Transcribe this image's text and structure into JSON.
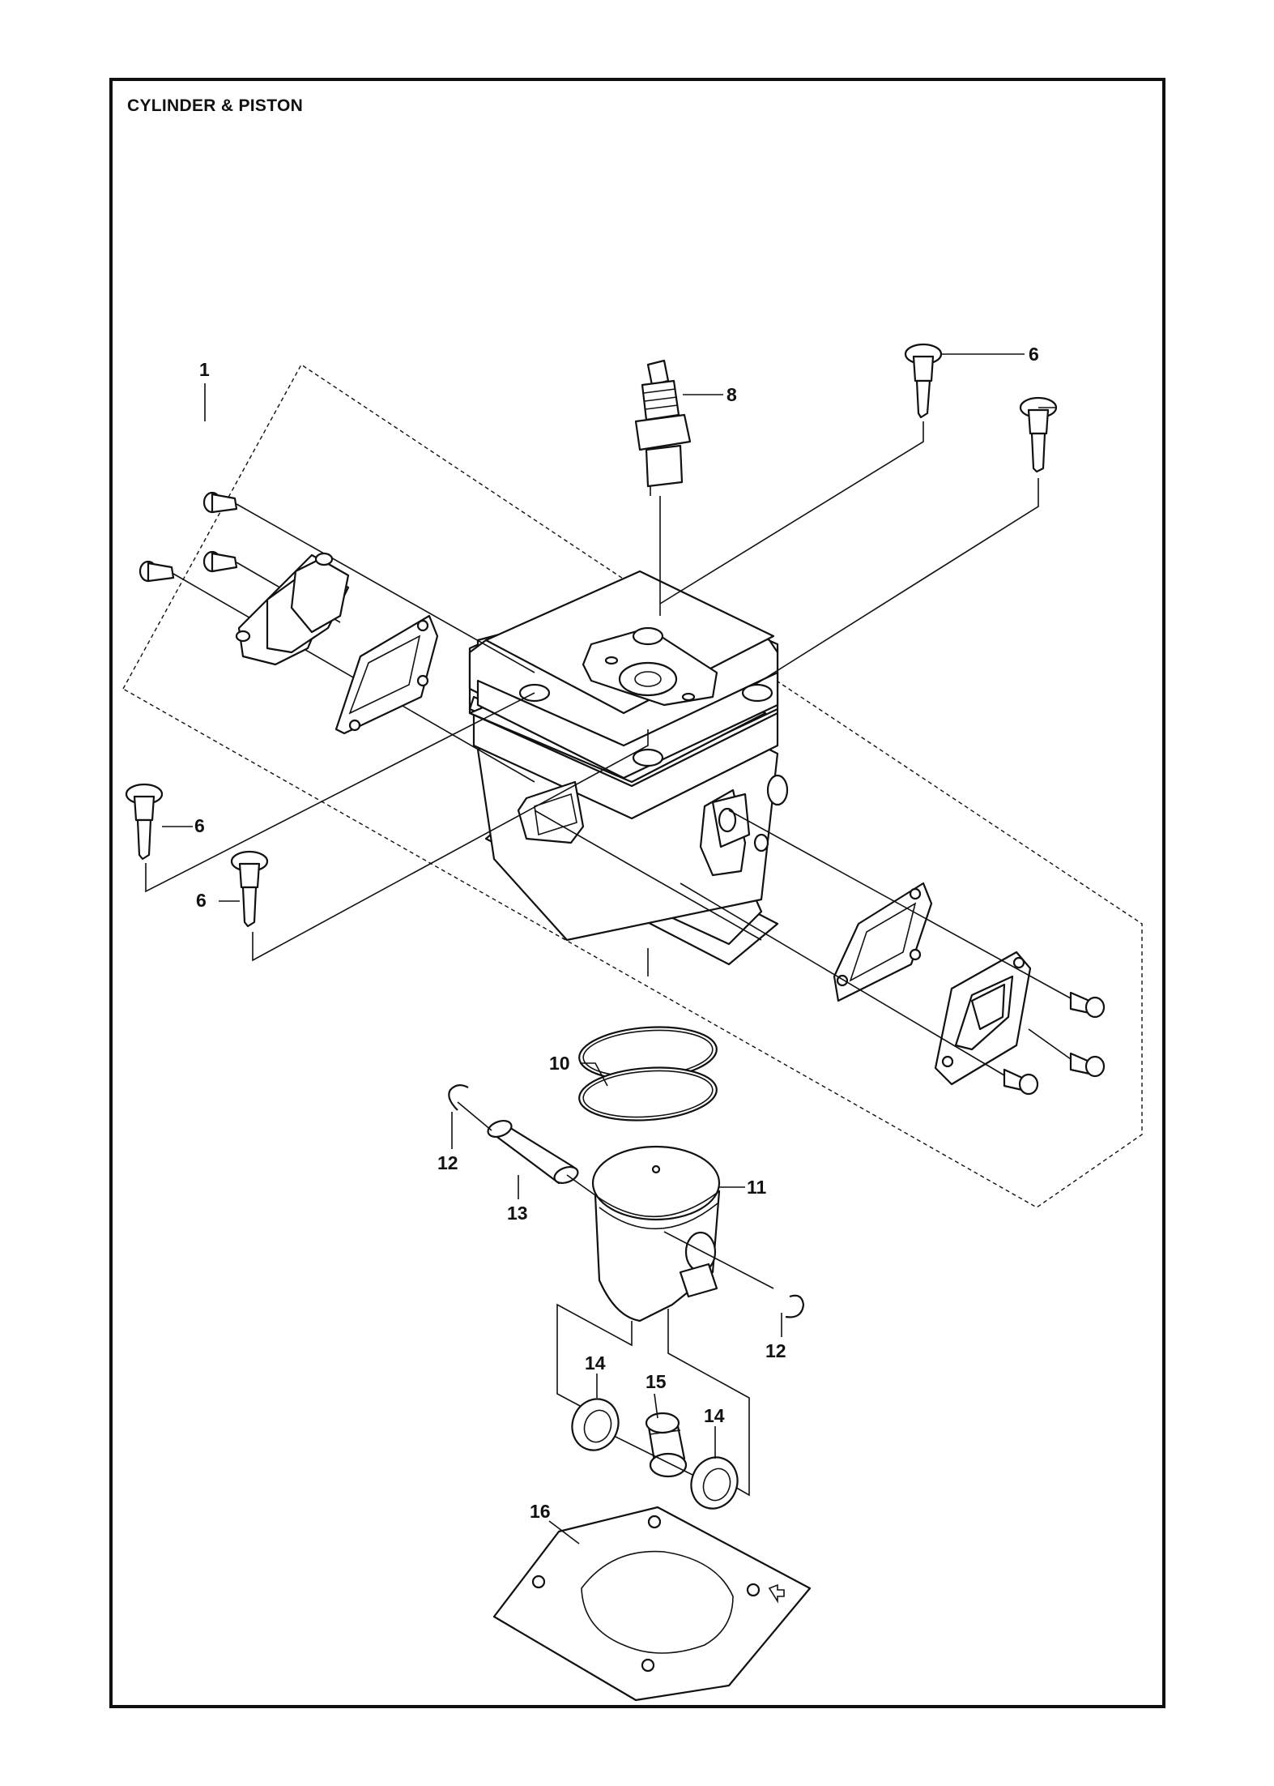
{
  "page": {
    "title": "CYLINDER & PISTON"
  },
  "callouts": [
    {
      "id": "c1",
      "label": "1"
    },
    {
      "id": "c6a",
      "label": "6"
    },
    {
      "id": "c6b",
      "label": "6"
    },
    {
      "id": "c6c",
      "label": "6"
    },
    {
      "id": "c6d",
      "label": "6"
    },
    {
      "id": "c8",
      "label": "8"
    },
    {
      "id": "c10",
      "label": "10"
    },
    {
      "id": "c11",
      "label": "11"
    },
    {
      "id": "c12a",
      "label": "12"
    },
    {
      "id": "c12b",
      "label": "12"
    },
    {
      "id": "c13",
      "label": "13"
    },
    {
      "id": "c14a",
      "label": "14"
    },
    {
      "id": "c14b",
      "label": "14"
    },
    {
      "id": "c15",
      "label": "15"
    },
    {
      "id": "c16",
      "label": "16"
    }
  ],
  "colors": {
    "ink": "#111111",
    "background": "#ffffff"
  }
}
